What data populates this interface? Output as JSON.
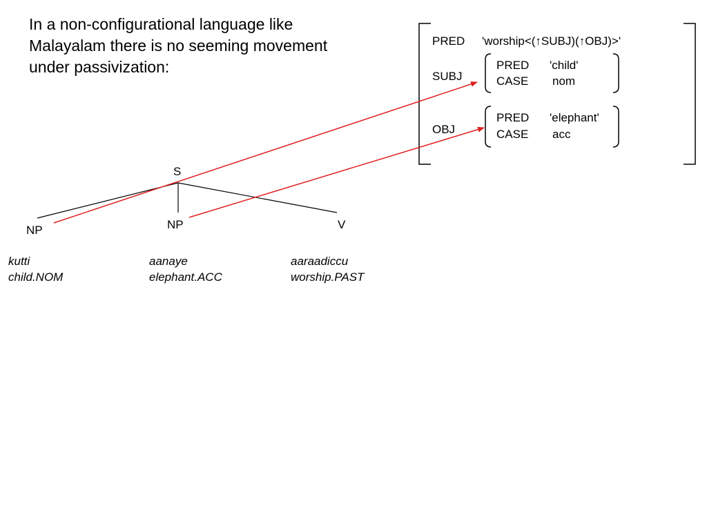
{
  "intro": {
    "lines": [
      "In a non-configurational language like",
      "Malayalam there is no seeming movement",
      "under passivization:"
    ]
  },
  "fstructure": {
    "outer": {
      "pred_attr": "PRED",
      "pred_value": "'worship<(↑SUBJ)(↑OBJ)>'",
      "subj_attr": "SUBJ",
      "obj_attr": "OBJ"
    },
    "subj": {
      "pred_attr": "PRED",
      "pred_value": "'child'",
      "case_attr": "CASE",
      "case_value": "nom"
    },
    "obj": {
      "pred_attr": "PRED",
      "pred_value": "'elephant'",
      "case_attr": "CASE",
      "case_value": "acc"
    }
  },
  "tree": {
    "root": "S",
    "np1": "NP",
    "np2": "NP",
    "v": "V"
  },
  "glosses": [
    {
      "word": "kutti",
      "gloss": "child.NOM"
    },
    {
      "word": "aanaye",
      "gloss": "elephant.ACC"
    },
    {
      "word": "aaraadiccu",
      "gloss": "worship.PAST"
    }
  ],
  "colors": {
    "text": "#000000",
    "arrow": "#e0201e",
    "background": "#ffffff"
  }
}
